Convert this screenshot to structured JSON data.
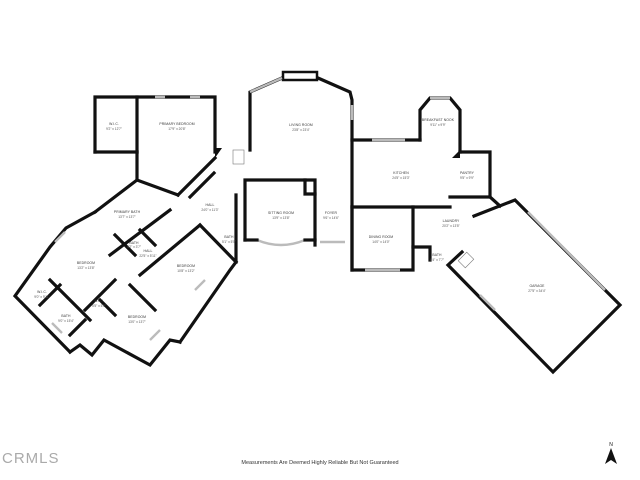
{
  "rooms": [
    {
      "name": "W.I.C.",
      "dims": "9'2\" x 12'7\""
    },
    {
      "name": "PRIMARY BEDROOM",
      "dims": "17'9\" x 20'8\""
    },
    {
      "name": "LIVING ROOM",
      "dims": "23'8\" x 23'4\""
    },
    {
      "name": "BREAKFAST NOOK",
      "dims": "9'11\" x 9'9\""
    },
    {
      "name": "KITCHEN",
      "dims": "24'5\" x 15'3\""
    },
    {
      "name": "PANTRY",
      "dims": "9'5\" x 9'9\""
    },
    {
      "name": "HALL",
      "dims": "24'0\" x 11'3\""
    },
    {
      "name": "PRIMARY BATH",
      "dims": "13'7\" x 13'7\""
    },
    {
      "name": "SITTING ROOM",
      "dims": "13'9\" x 13'8\""
    },
    {
      "name": "FOYER",
      "dims": "9'6\" x 14'6\""
    },
    {
      "name": "LAUNDRY",
      "dims": "20'2\" x 13'5\""
    },
    {
      "name": "DINING ROOM",
      "dims": "14'0\" x 14'0\""
    },
    {
      "name": "BATH",
      "dims": "4'2\" x 3'7\""
    },
    {
      "name": "HALL",
      "dims": "22'5\" x 5'11\""
    },
    {
      "name": "BATH",
      "dims": "5'1\" x 5'5\""
    },
    {
      "name": "BEDROOM",
      "dims": "13'2\" x 13'8\""
    },
    {
      "name": "BEDROOM",
      "dims": "10'8\" x 13'2\""
    },
    {
      "name": "BATH",
      "dims": "6'4\" x 7'7\""
    },
    {
      "name": "GARAGE",
      "dims": "27'5\" x 34'4\""
    },
    {
      "name": "W.I.C.",
      "dims": "9'0\" x 9'11\""
    },
    {
      "name": "W.I.C.",
      "dims": "5'5\" x 5'5\""
    },
    {
      "name": "BATH",
      "dims": "9'0\" x 15'4\""
    },
    {
      "name": "BEDROOM",
      "dims": "13'0\" x 13'7\""
    }
  ],
  "footer": {
    "logo": "CRMLS",
    "disclaimer": "Measurements Are Deemed Highly Reliable But Not Guaranteed",
    "north_label": "N"
  },
  "colors": {
    "walls": "#111111",
    "windows": "#bbbbbb",
    "background": "#ffffff"
  }
}
